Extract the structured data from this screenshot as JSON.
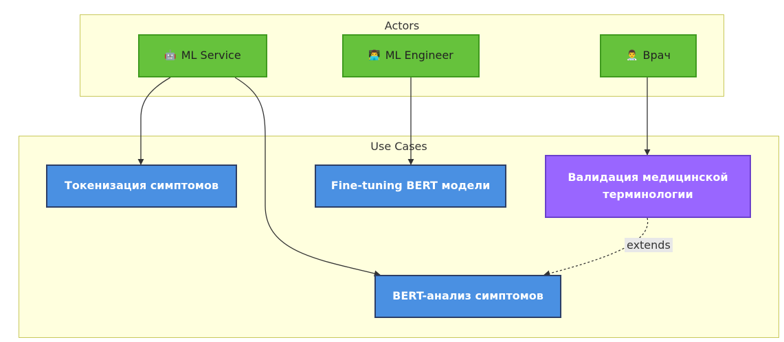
{
  "clusters": {
    "actors": {
      "title": "Actors"
    },
    "use_cases": {
      "title": "Use Cases"
    }
  },
  "actors": {
    "ml_service": {
      "icon": "🤖",
      "label": "ML Service"
    },
    "ml_engineer": {
      "icon": "👨‍💻",
      "label": "ML Engineer"
    },
    "doctor": {
      "icon": "👨‍⚕️",
      "label": "Врач"
    }
  },
  "use_cases": {
    "tokenization": "Токенизация симптомов",
    "fine_tuning": "Fine-tuning BERT модели",
    "validation": "Валидация медицинской терминологии",
    "bert_analysis": "BERT-анализ симптомов"
  },
  "edges": {
    "extends_label": "extends"
  },
  "colors": {
    "cluster_fill": "#ffffde",
    "actor_fill": "#66c23c",
    "usecase_fill": "#4a90e2",
    "validation_fill": "#9966ff"
  }
}
